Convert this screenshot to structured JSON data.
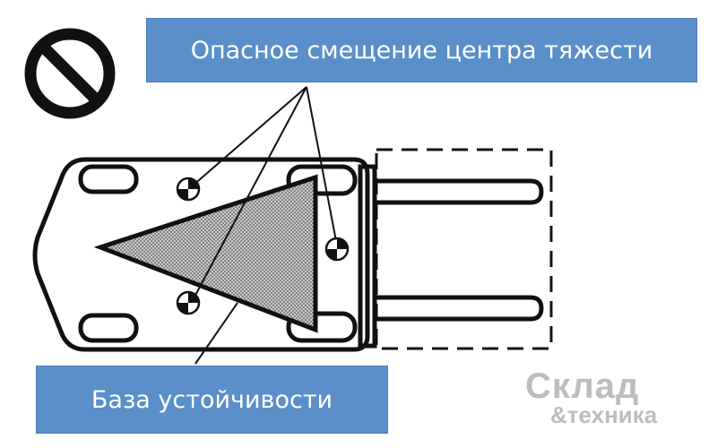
{
  "labels": {
    "top": "Опасное смещение центра тяжести",
    "bottom": "База устойчивости"
  },
  "watermark": {
    "line1": "Склад",
    "line2": "&техника"
  },
  "icons": {
    "prohibition": "prohibition-icon",
    "center_of_gravity": "center-of-gravity-icon"
  },
  "colors": {
    "label_bg": "#5b8fc9",
    "label_text": "#ffffff",
    "outline": "#111111",
    "triangle_fill": "#b8b8b8",
    "watermark": "#bdbdbd"
  }
}
